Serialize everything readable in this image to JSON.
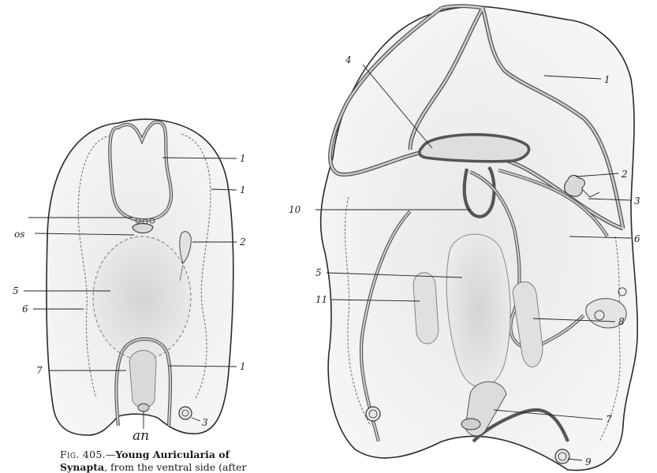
{
  "figure_a": {
    "labels": {
      "l1_top": "1",
      "l1_right": "1",
      "l1_bottom": "1",
      "os": "os",
      "l2": "2",
      "l3": "3",
      "l5": "5",
      "l6": "6",
      "l7": "7",
      "an": "an"
    }
  },
  "figure_b": {
    "labels": {
      "l1": "1",
      "l2": "2",
      "l3": "3",
      "l4": "4",
      "l5": "5",
      "l6": "6",
      "l7": "7",
      "l8": "8",
      "l9": "9",
      "l10": "10",
      "l11": "11"
    }
  },
  "caption": {
    "fig_number": "Fig. 405.",
    "dash": "—",
    "title": "Young Auricularia of",
    "line2_bold": "Synapta",
    "line2_rest": ", from the ventral side (after"
  }
}
